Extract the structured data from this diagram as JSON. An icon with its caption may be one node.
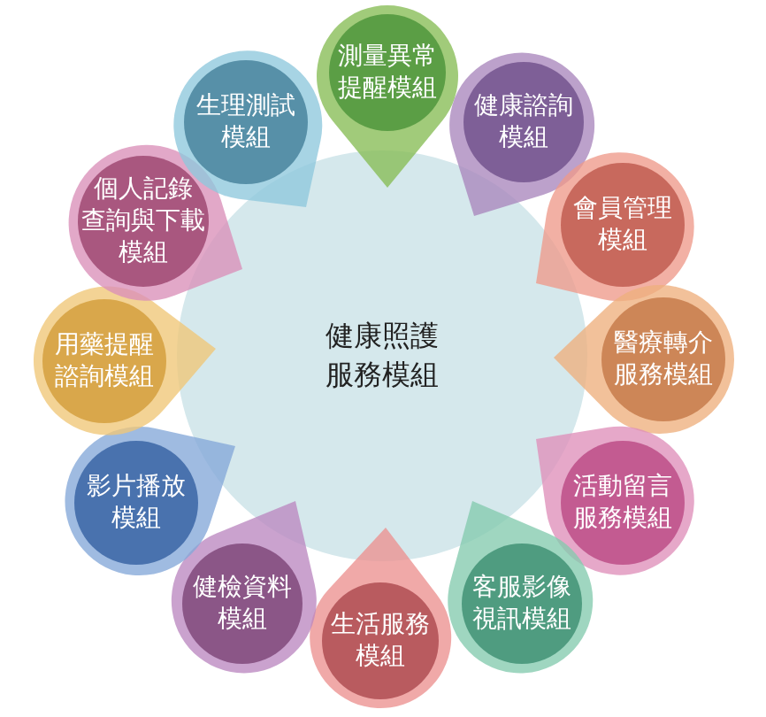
{
  "diagram": {
    "nodes": [
      {
        "text": [
          "健康照護服務模組"
        ]
      },
      {
        "text": [
          "測量異常提醒模組"
        ]
      },
      {
        "text": [
          "健康諮詢模組"
        ]
      },
      {
        "text": [
          "會員管理模組"
        ]
      },
      {
        "text": [
          "醫療轉介服務模組"
        ]
      },
      {
        "text": [
          "活動留言服務模組"
        ]
      },
      {
        "text": [
          "客服影像視訊模組"
        ]
      },
      {
        "text": [
          "生活服務模組"
        ]
      },
      {
        "text": [
          "健檢資料模組"
        ]
      },
      {
        "text": [
          "影片播放模組"
        ]
      },
      {
        "text": [
          "用藥提醒諮詢模組"
        ]
      },
      {
        "text": [
          "個人記錄查詢與下載模組"
        ]
      },
      {
        "text": [
          "生理測試模組"
        ]
      }
    ]
  }
}
